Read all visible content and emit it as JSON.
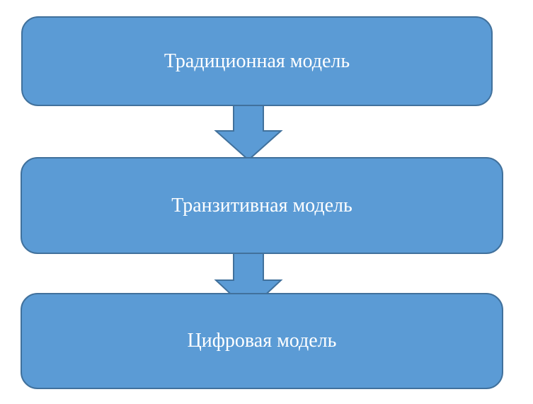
{
  "diagram": {
    "colors": {
      "fill": "#5b9bd5",
      "stroke": "#41719c",
      "text": "#ffffff"
    },
    "nodes": [
      {
        "label": "Традиционная модель"
      },
      {
        "label": "Транзитивная модель"
      },
      {
        "label": "Цифровая модель"
      }
    ],
    "connectors": [
      {
        "icon": "down-arrow-icon",
        "from": 0,
        "to": 1
      },
      {
        "icon": "down-arrow-icon",
        "from": 1,
        "to": 2
      }
    ]
  }
}
